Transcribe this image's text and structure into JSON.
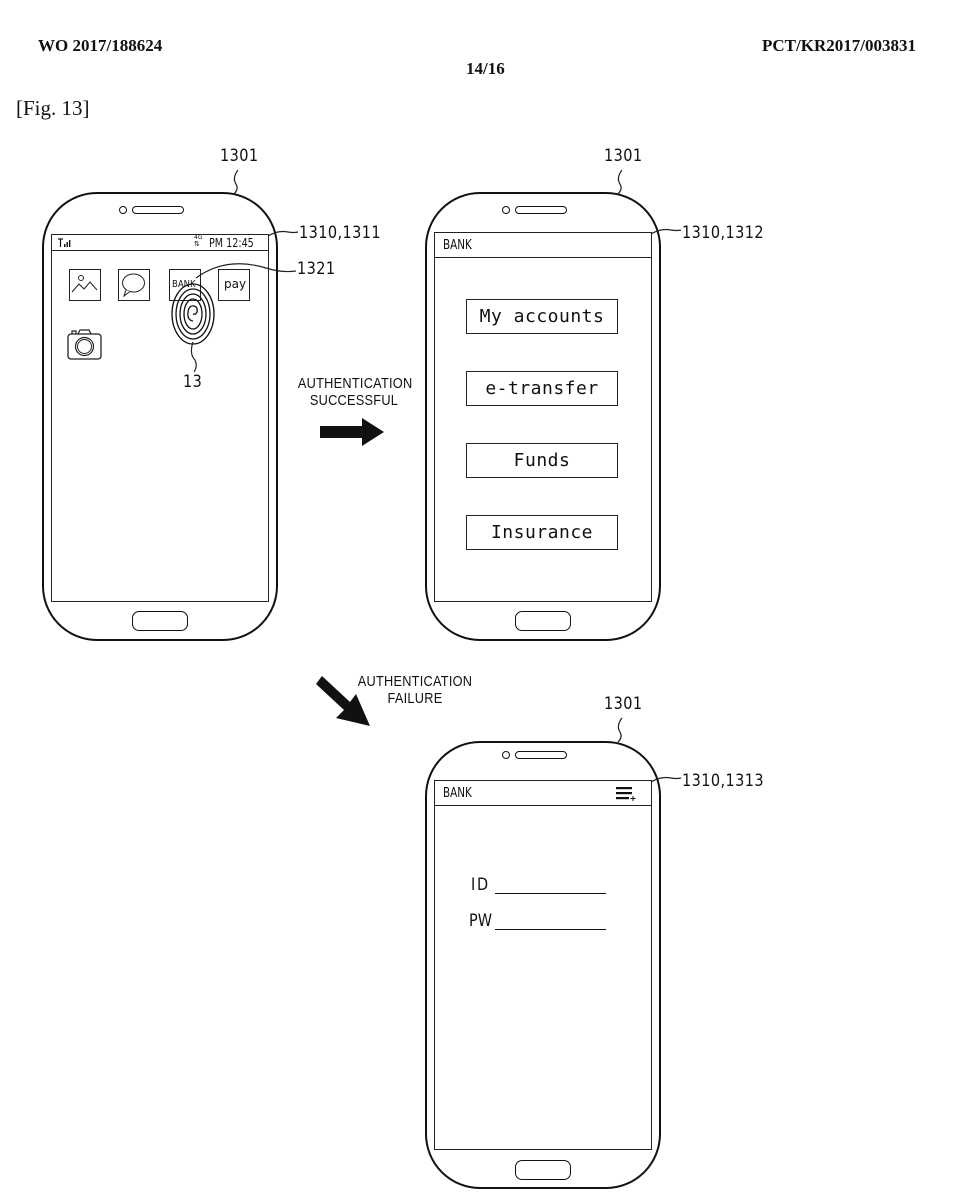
{
  "header": {
    "publication_number": "WO 2017/188624",
    "application_number": "PCT/KR2017/003831",
    "sheet": "14/16",
    "figure_label": "[Fig. 13]"
  },
  "phone_home": {
    "ref_device": "1301",
    "ref_screen": "1310,1311",
    "ref_bank_icon": "1321",
    "ref_finger": "13",
    "status_bar": {
      "network": "4G",
      "time": "PM 12:45"
    },
    "apps": [
      {
        "name": "gallery",
        "icon": "image-icon"
      },
      {
        "name": "messages",
        "icon": "speech-bubble-icon"
      },
      {
        "name": "bank",
        "label": "BANK",
        "icon": "bank-icon"
      },
      {
        "name": "pay",
        "label": "pay",
        "icon": "pay-icon"
      },
      {
        "name": "camera",
        "icon": "camera-icon"
      }
    ]
  },
  "transition_success": {
    "line1": "AUTHENTICATION",
    "line2": "SUCCESSFUL"
  },
  "transition_failure": {
    "line1": "AUTHENTICATION",
    "line2": "FAILURE"
  },
  "phone_bank_menu": {
    "ref_device": "1301",
    "ref_screen": "1310,1312",
    "title": "BANK",
    "buttons": [
      "My accounts",
      "e-transfer",
      "Funds",
      "Insurance"
    ]
  },
  "phone_bank_login": {
    "ref_device": "1301",
    "ref_screen": "1310,1313",
    "title": "BANK",
    "menu_icon": "menu-add-icon",
    "fields": [
      {
        "label": "ID",
        "value": ""
      },
      {
        "label": "PW",
        "value": ""
      }
    ]
  }
}
